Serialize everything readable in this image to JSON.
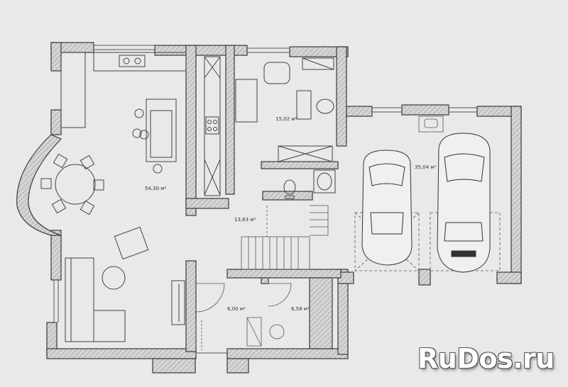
{
  "plan": {
    "rooms": [
      {
        "id": "living",
        "area": "54,30 м²"
      },
      {
        "id": "study",
        "area": "15,02 м²"
      },
      {
        "id": "hall",
        "area": "13,63 м²"
      },
      {
        "id": "garage",
        "area": "35,04 м²"
      },
      {
        "id": "room-a",
        "area": "6,00 м²"
      },
      {
        "id": "room-b",
        "area": "6,58 м²"
      }
    ]
  },
  "watermark": "RuDos.ru",
  "colors": {
    "paper": "#e9e8ea",
    "wall_fill": "#d2d1d4",
    "line": "#3a3a3a"
  }
}
